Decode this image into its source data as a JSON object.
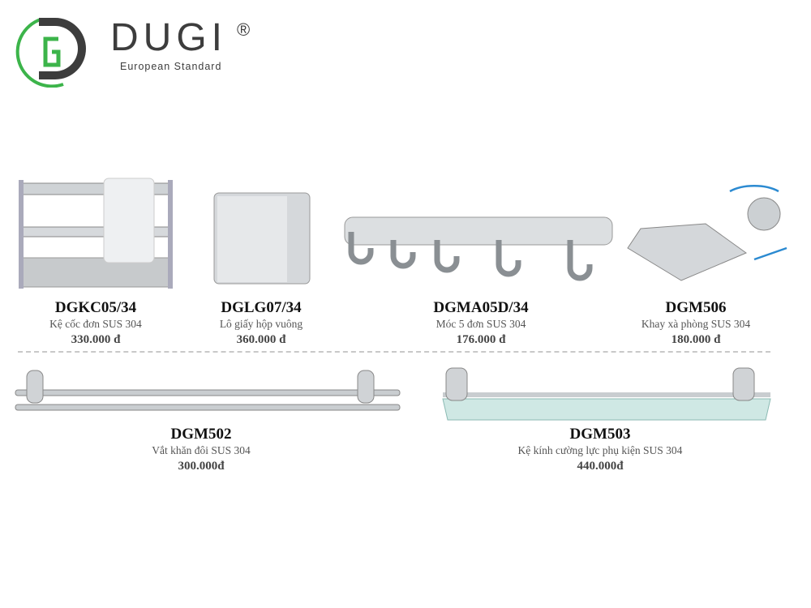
{
  "brand": {
    "name": "DUGI",
    "registered": "®",
    "tagline": "European Standard",
    "colors": {
      "green": "#3cb44a",
      "dark": "#3d3d3d"
    }
  },
  "products_row1": [
    {
      "code": "DGKC05/34",
      "desc": "Kệ cốc đơn SUS 304",
      "price": "330.000 đ"
    },
    {
      "code": "DGLG07/34",
      "desc": "Lô giấy hộp vuông",
      "price": "360.000 đ"
    },
    {
      "code": "DGMA05D/34",
      "desc": "Móc 5 đơn SUS 304",
      "price": "176.000 đ"
    },
    {
      "code": "DGM506",
      "desc": "Khay xà phòng SUS 304",
      "price": "180.000 đ"
    }
  ],
  "products_row2": [
    {
      "code": "DGM502",
      "desc": "Vắt khăn đôi SUS 304",
      "price": "300.000đ"
    },
    {
      "code": "DGM503",
      "desc": "Kệ kính cường lực phụ kiện SUS 304",
      "price": "440.000đ"
    }
  ]
}
